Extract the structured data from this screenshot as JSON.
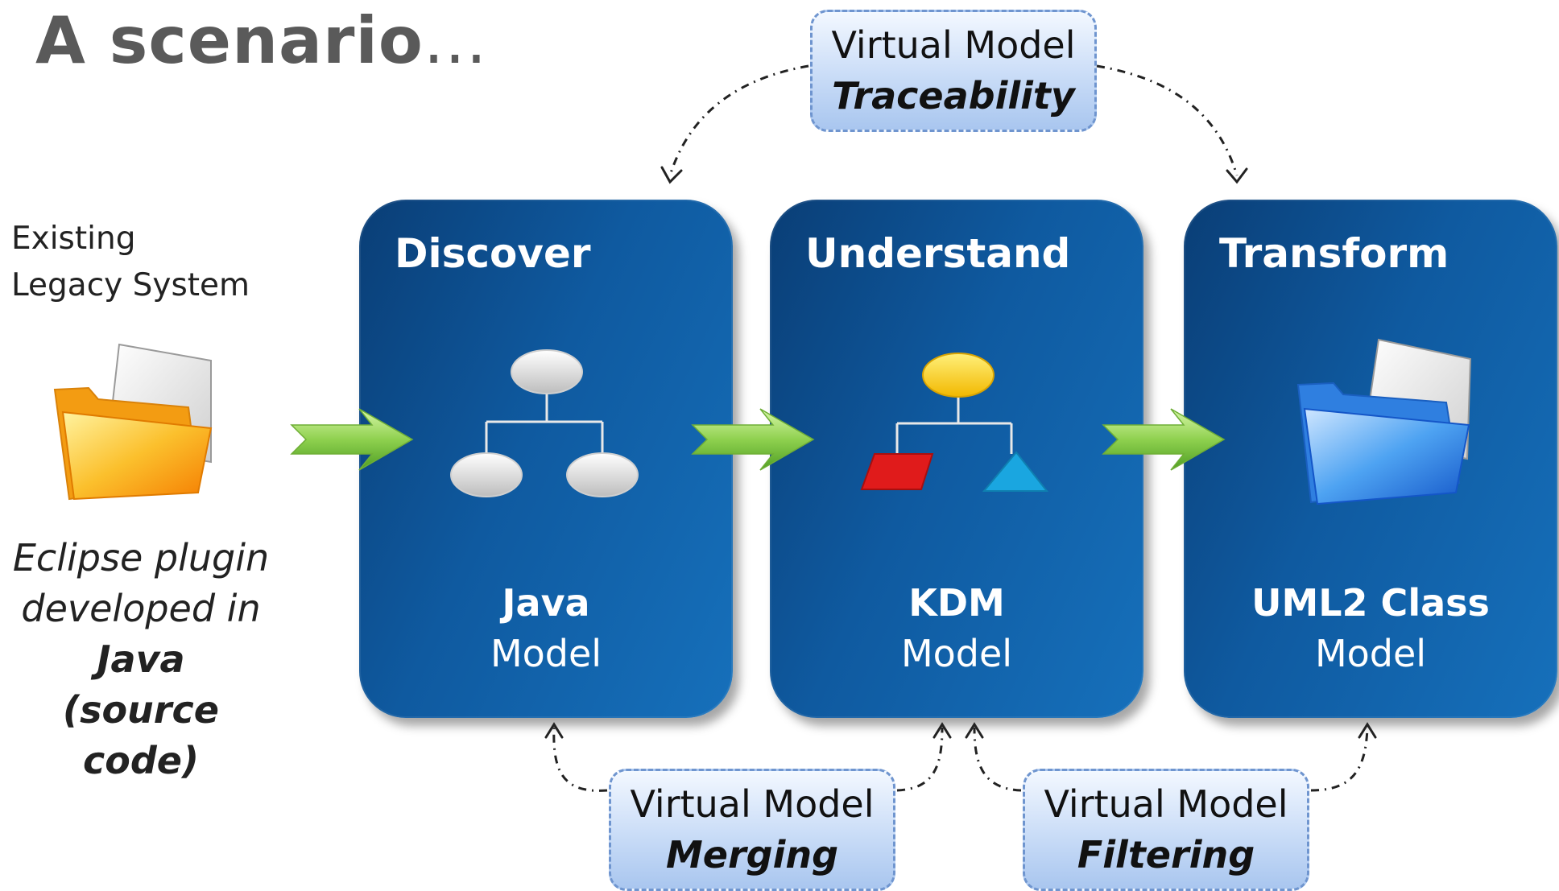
{
  "title": {
    "main": "A scenario",
    "ellipsis": "..."
  },
  "legacy": {
    "label_line1": "Existing",
    "label_line2": "Legacy System",
    "caption_line1": "Eclipse plugin",
    "caption_line2": "developed in",
    "caption_line3": "Java",
    "caption_line4": "(source code)",
    "icon": "orange-folder-icon"
  },
  "stages": [
    {
      "title": "Discover",
      "model_bold": "Java",
      "model_plain": "Model",
      "icon": "gray-hierarchy-icon"
    },
    {
      "title": "Understand",
      "model_bold": "KDM",
      "model_plain": "Model",
      "icon": "colored-hierarchy-icon"
    },
    {
      "title": "Transform",
      "model_bold": "UML2 Class",
      "model_plain": "Model",
      "icon": "blue-folder-icon"
    }
  ],
  "virtual_models": [
    {
      "line1": "Virtual Model",
      "line2": "Traceability"
    },
    {
      "line1": "Virtual Model",
      "line2": "Merging"
    },
    {
      "line1": "Virtual Model",
      "line2": "Filtering"
    }
  ],
  "colors": {
    "stage_blue": "#0f5aa0",
    "arrow_green": "#8fd14f",
    "virtual_box": "#c9dcf7",
    "folder_orange": "#f7a21b",
    "folder_blue": "#2f86e6",
    "kdm_ellipse": "#f5c400",
    "kdm_parallelogram": "#e01b1b",
    "kdm_triangle": "#1aa6e0"
  }
}
